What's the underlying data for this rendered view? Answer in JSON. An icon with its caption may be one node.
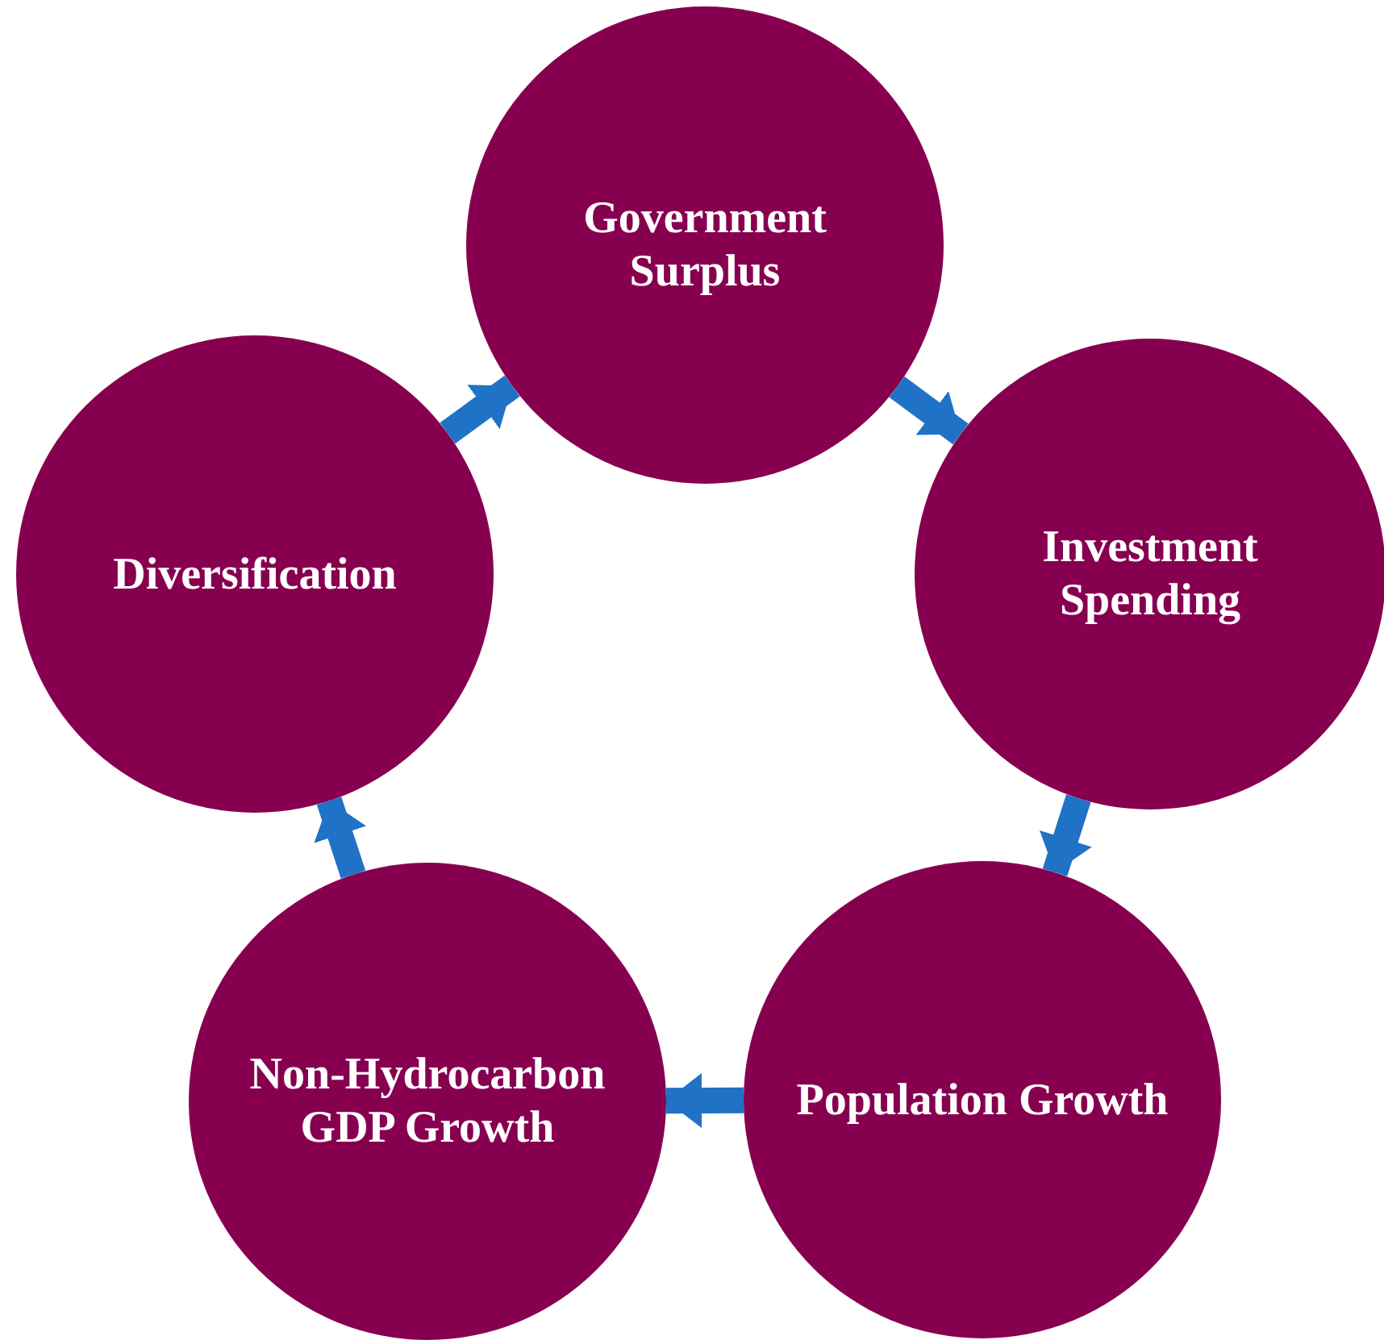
{
  "diagram": {
    "nodes": [
      {
        "text": [
          "Government Surplus"
        ]
      },
      {
        "text": [
          "Investment Spending"
        ]
      },
      {
        "text": [
          "Population Growth"
        ]
      },
      {
        "text": [
          "Non-Hydrocarbon GDP Growth"
        ]
      },
      {
        "text": [
          "Diversification"
        ]
      }
    ],
    "edges": [
      {
        "from": 0,
        "to": 1,
        "arrow": "to"
      },
      {
        "from": 1,
        "to": 2,
        "arrow": "to"
      },
      {
        "from": 2,
        "to": 3,
        "arrow": "to"
      },
      {
        "from": 3,
        "to": 4,
        "arrow": "to"
      },
      {
        "from": 4,
        "to": 0,
        "arrow": "to"
      }
    ]
  }
}
